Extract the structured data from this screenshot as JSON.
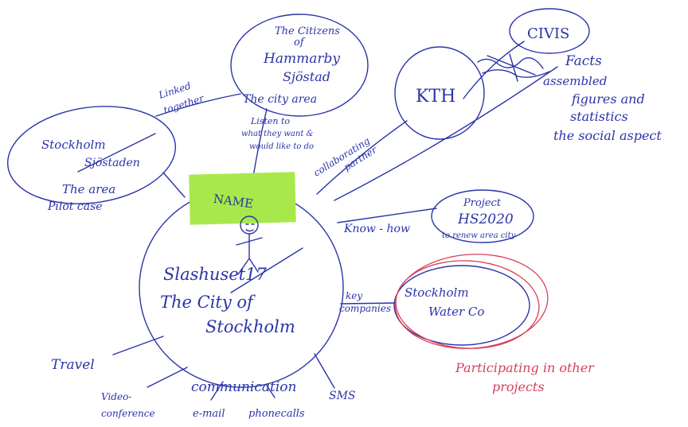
{
  "name_note": "NAME",
  "center": {
    "line1": "Slashuset17",
    "line2": "The City of",
    "line3": "Stockholm"
  },
  "nodes": {
    "stockholm": {
      "line1": "Stockholm",
      "line2": "Sjöstaden",
      "line3": "The area"
    },
    "hammarby": {
      "line1": "The Citizens",
      "line2": "of",
      "line3": "Hammarby",
      "line4": "Sjöstad",
      "line5": "The city area"
    },
    "kth": {
      "label": "KTH"
    },
    "civis": {
      "label": "CIVIS"
    },
    "hs2020": {
      "line1": "Project",
      "line2": "HS2020",
      "line3": "to renew area city"
    },
    "water": {
      "line1": "Stockholm",
      "line2": "Water Co"
    }
  },
  "edge_labels": {
    "linked_together": {
      "line1": "Linked",
      "line2": "together"
    },
    "pilot_case": "Pilot case",
    "listen": {
      "line1": "Listen to",
      "line2": "what they want &",
      "line3": "would like to do"
    },
    "collaborating": {
      "line1": "collaborating",
      "line2": "partner"
    },
    "facts": {
      "line1": "Facts",
      "line2": "assembled",
      "line3": "figures and",
      "line4": "statistics",
      "line5": "the social aspect"
    },
    "know_how": "Know - how",
    "key_companies": {
      "line1": "key",
      "line2": "companies"
    },
    "participating": {
      "line1": "Participating in other",
      "line2": "projects"
    }
  },
  "channels": {
    "travel": "Travel",
    "video": {
      "line1": "Video-",
      "line2": "conference"
    },
    "communication": "communication",
    "email": "e-mail",
    "phone": "phonecalls",
    "sms": "SMS"
  },
  "colors": {
    "ink": "#2a34a8",
    "red_ink": "#d8405a",
    "note": "#a9e84a"
  }
}
